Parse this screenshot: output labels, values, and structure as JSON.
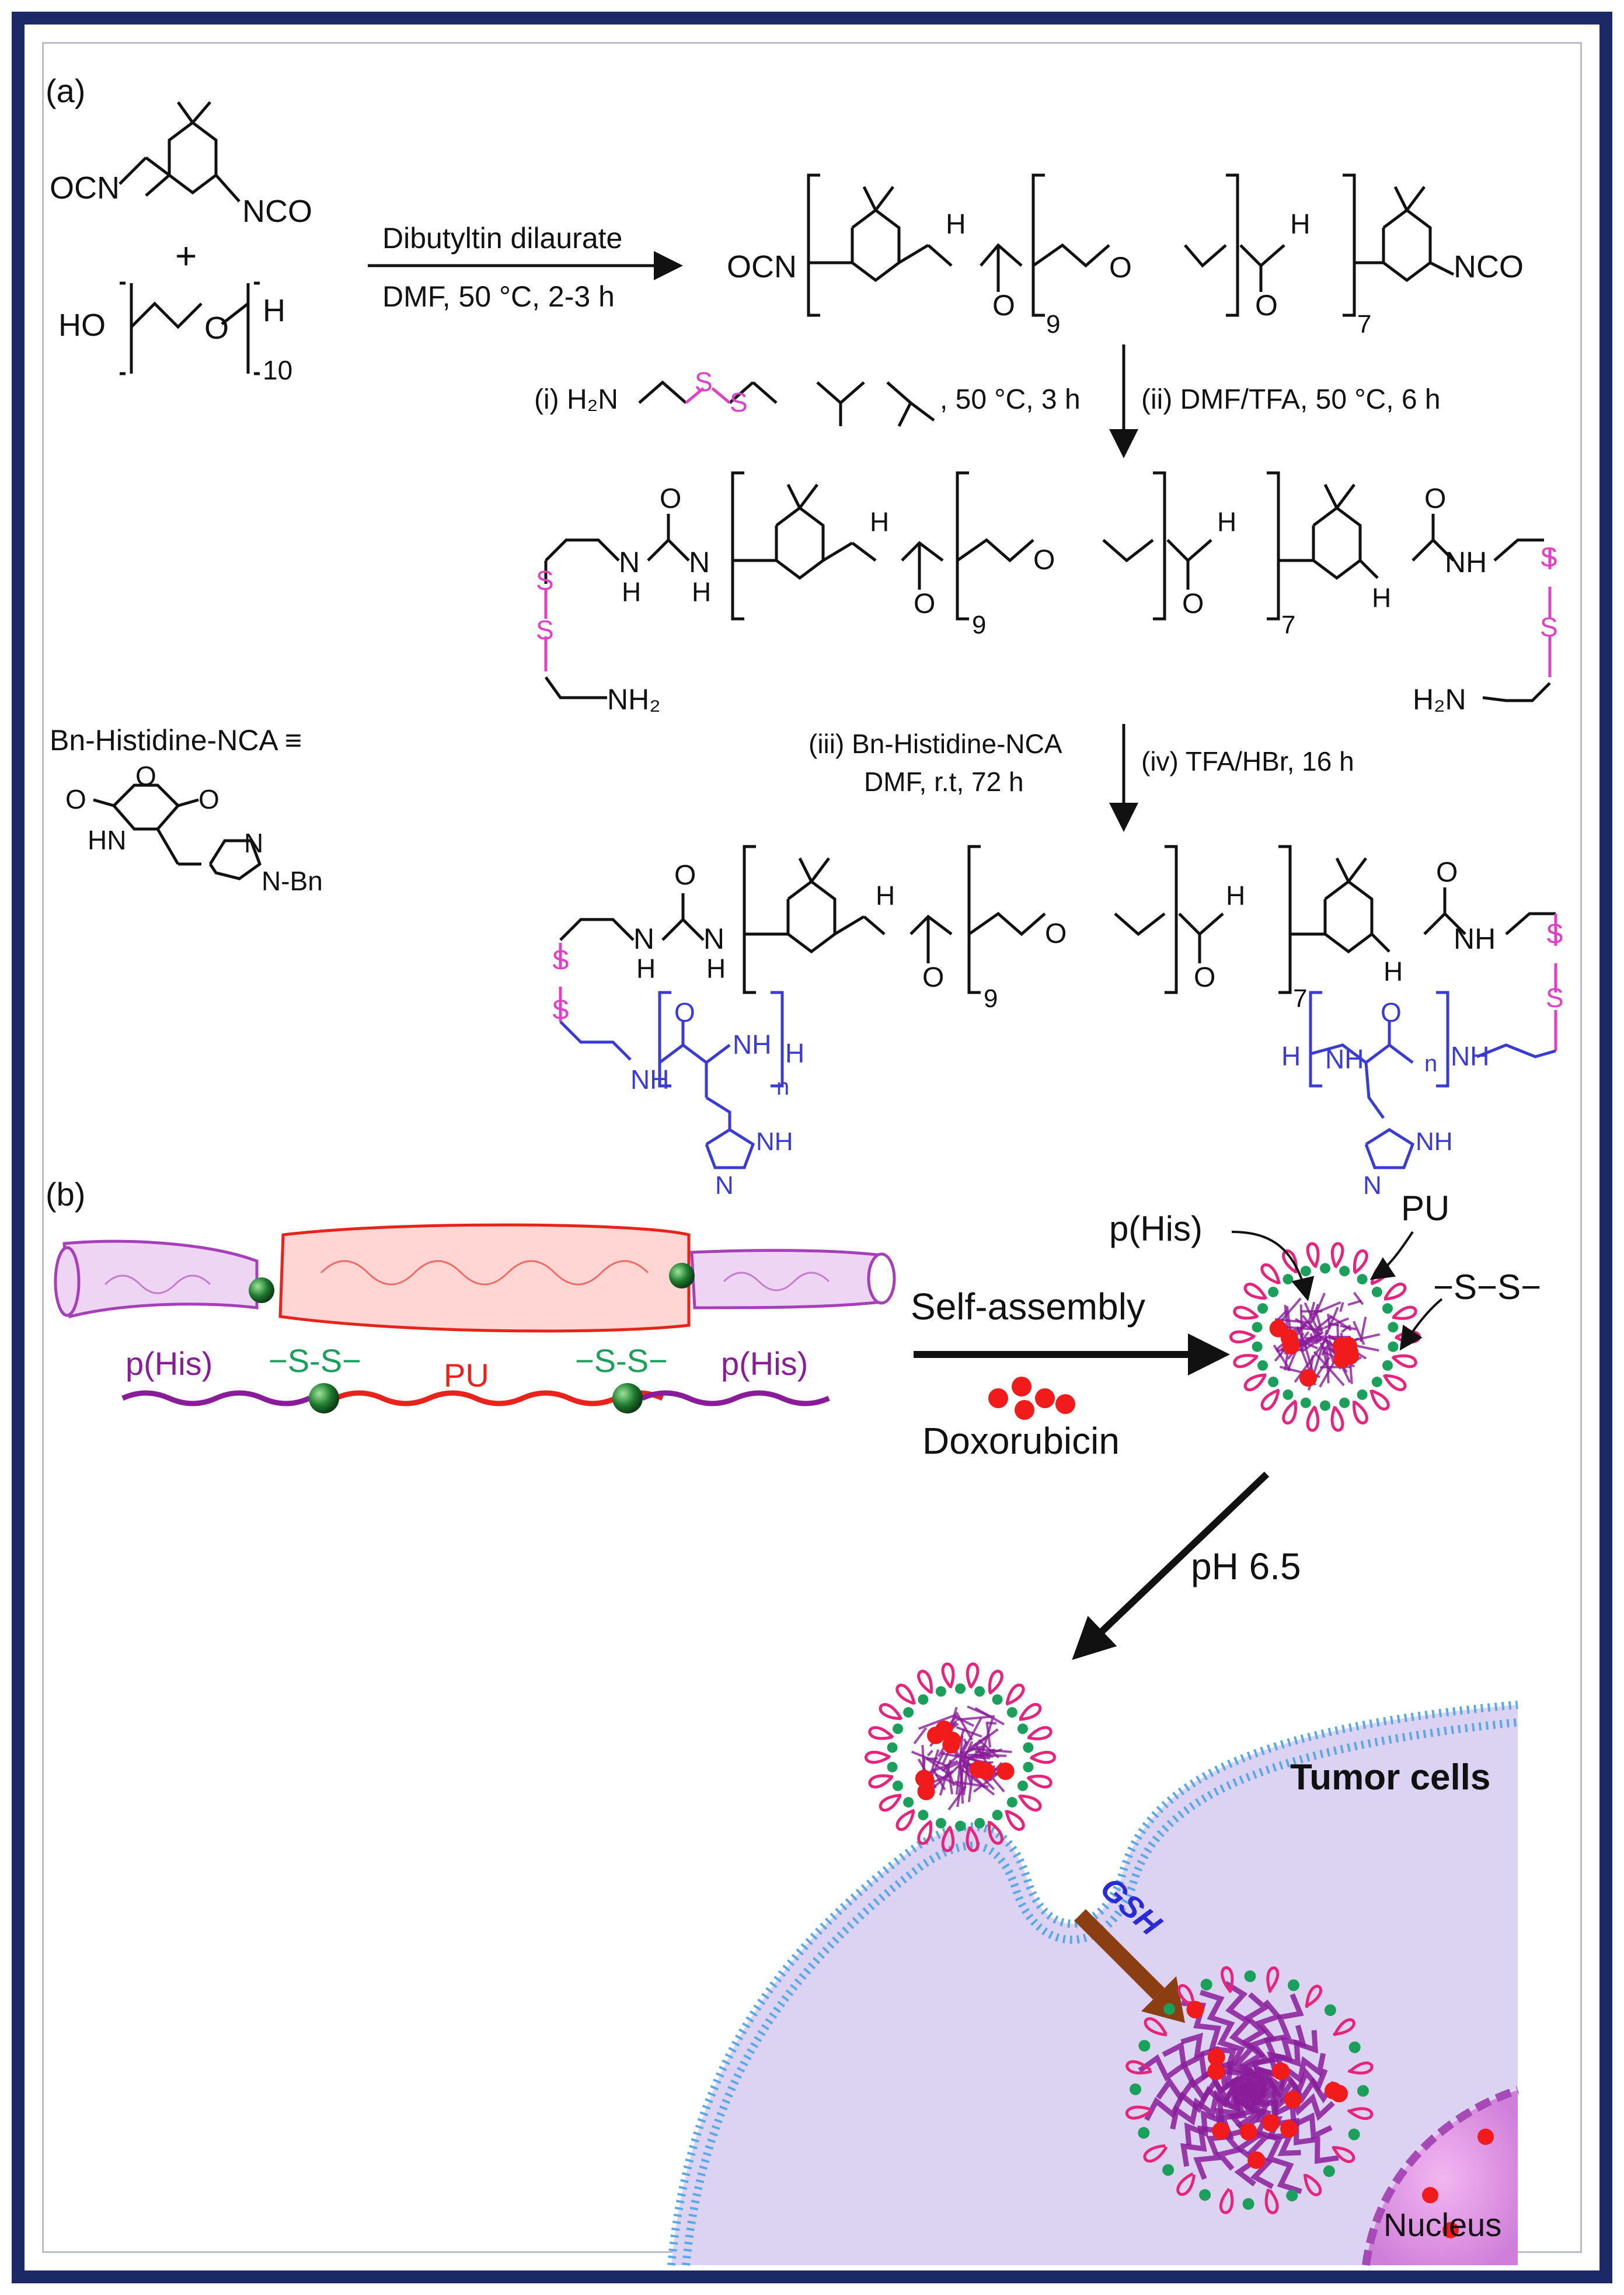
{
  "panel_a": {
    "label": "(a)",
    "ipdi_groups": {
      "left": "OCN",
      "right": "NCO"
    },
    "plus": "+",
    "peg": {
      "prefix": "HO",
      "end": "H",
      "repeat": "10"
    },
    "step1": {
      "line1": "Dibutyltin dilaurate",
      "line2": "DMF, 50 °C, 2-3 h"
    },
    "prepolymer": {
      "left": "OCN",
      "right": "NCO",
      "inner_repeat": "9",
      "outer_repeat": "7",
      "nh": "H",
      "o": "O"
    },
    "step2": {
      "i_label": "(i) H₂N",
      "s": "S",
      "i_conditions": ", 50 °C, 3 h",
      "ii": "(ii) DMF/TFA, 50 °C, 6 h"
    },
    "intermediate": {
      "inner_repeat": "9",
      "outer_repeat": "7",
      "nh2_left": "NH₂",
      "nh2_right": "H₂N",
      "nh_right": "NH",
      "h": "H"
    },
    "nca_title": "Bn-Histidine-NCA ≡",
    "nca_labels": {
      "hn": "HN",
      "n_bn": "N-Bn",
      "n": "N",
      "o": "O"
    },
    "step3": {
      "iii_line1": "(iii) Bn-Histidine-NCA",
      "iii_line2": "DMF, r.t, 72 h",
      "iv": "(iv) TFA/HBr, 16 h"
    },
    "final": {
      "inner_repeat": "9",
      "outer_repeat": "7",
      "n": "n",
      "h": "H",
      "nh": "NH",
      "n_ring": "N"
    }
  },
  "panel_b": {
    "label": "(b)",
    "chain_labels": {
      "his_left": "p(His)",
      "ss_left": "−S-S−",
      "pu": "PU",
      "ss_right": "−S-S−",
      "his_right": "p(His)"
    },
    "arrow1_label": "Self-assembly",
    "drug_label": "Doxorubicin",
    "micelle_labels": {
      "his": "p(His)",
      "pu": "PU",
      "ss": "−S−S−"
    },
    "arrow2_label": "pH 6.5",
    "cell_label": "Tumor  cells",
    "gsh_label": "GSH",
    "nucleus_label": "Nucleus"
  },
  "colors": {
    "frame": "#1b2a66",
    "disulfide": "#e040c8",
    "polyhistidine": "#3a3ad6",
    "pu_red": "#e8231b",
    "his_purple": "#8a1c9a",
    "micelle_green": "#1aa05a",
    "drug_red": "#f21b1b",
    "cell_fill": "#dcd3f3",
    "membrane": "#5aa9e6",
    "gsh_arrow": "#8a3e12"
  }
}
